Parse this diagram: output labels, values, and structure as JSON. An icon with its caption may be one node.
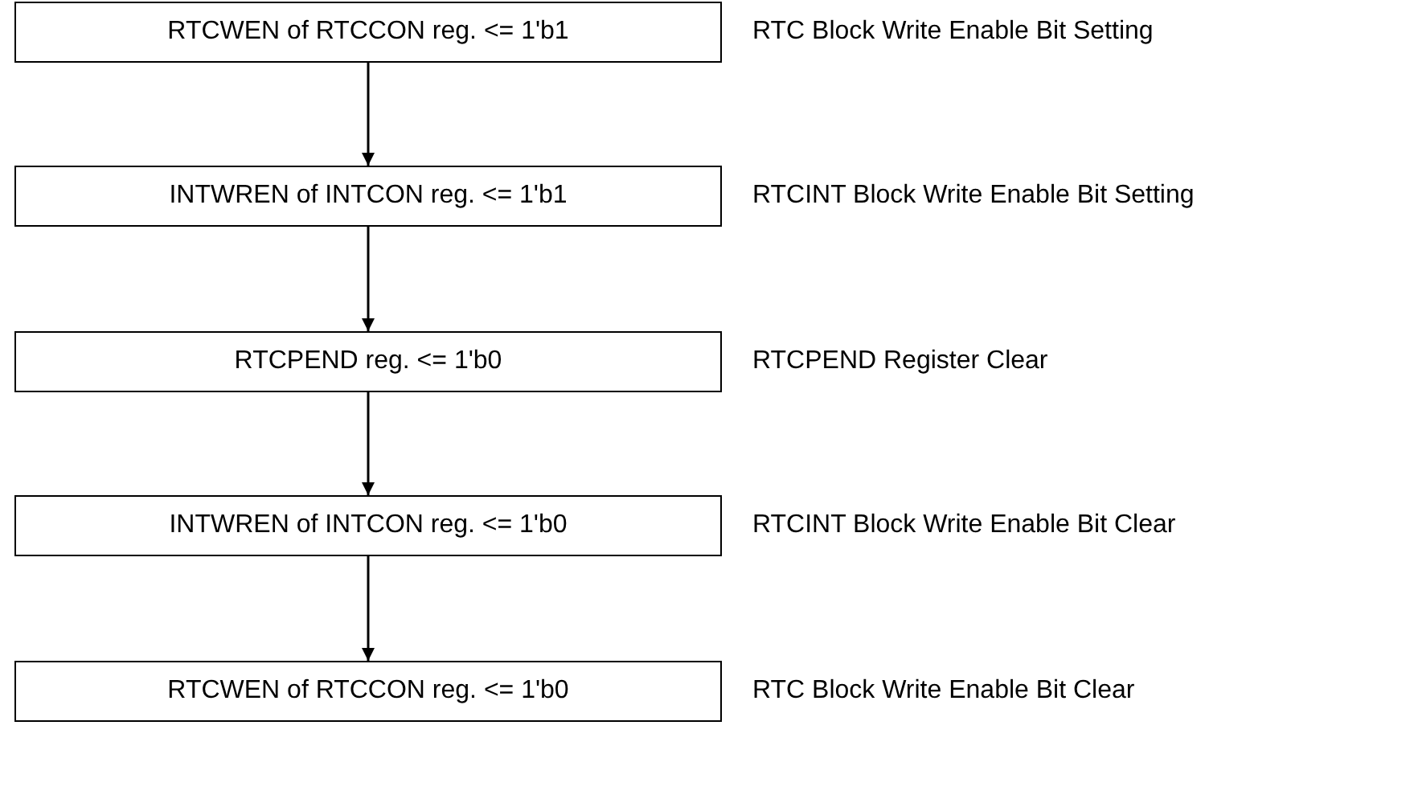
{
  "diagram": {
    "nodes": [
      {
        "text": [
          "RTCWEN of RTCCON reg. <= 1'b1"
        ],
        "beside": [
          "RTC Block Write Enable Bit Setting"
        ]
      },
      {
        "text": [
          "INTWREN of INTCON reg. <= 1'b1"
        ],
        "beside": [
          "RTCINT Block Write Enable Bit Setting"
        ]
      },
      {
        "text": [
          "RTCPEND reg. <= 1'b0"
        ],
        "beside": [
          "RTCPEND Register Clear"
        ]
      },
      {
        "text": [
          "INTWREN of INTCON reg. <= 1'b0"
        ],
        "beside": [
          "RTCINT Block Write Enable Bit Clear"
        ]
      },
      {
        "text": [
          "RTCWEN of RTCCON reg. <= 1'b0"
        ],
        "beside": [
          "RTC Block Write Enable Bit Clear"
        ]
      }
    ],
    "edges": [
      {
        "from": 0,
        "to": 1,
        "arrow": "to"
      },
      {
        "from": 1,
        "to": 2,
        "arrow": "to"
      },
      {
        "from": 2,
        "to": 3,
        "arrow": "to"
      },
      {
        "from": 3,
        "to": 4,
        "arrow": "to"
      }
    ]
  }
}
